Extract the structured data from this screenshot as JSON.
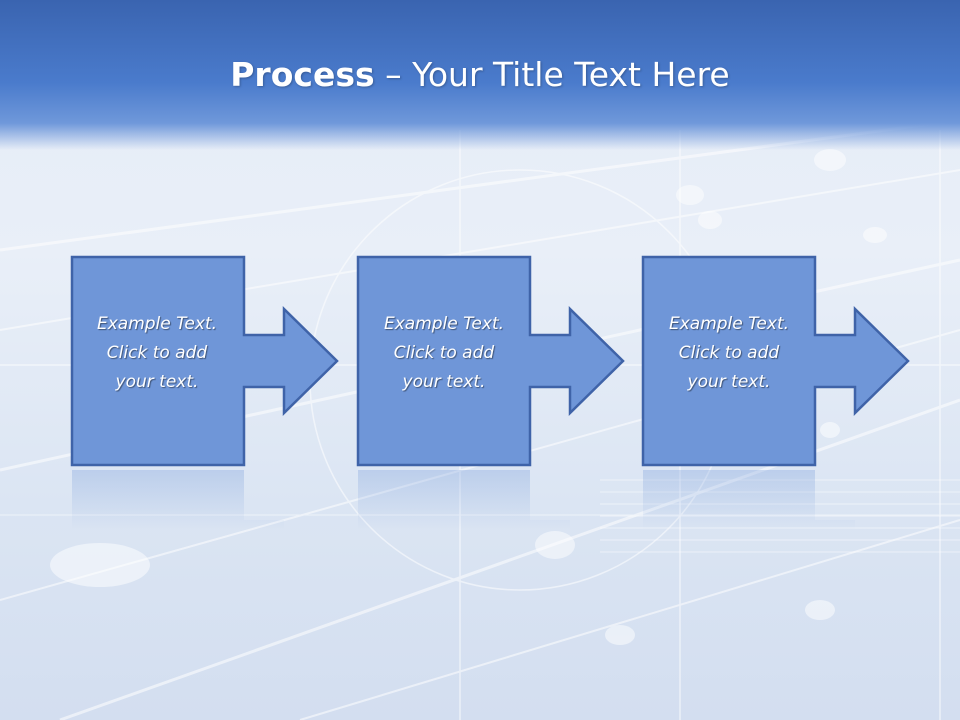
{
  "slide": {
    "title_strong": "Process",
    "title_rest": " – Your Title Text Here"
  },
  "steps": [
    {
      "lines": [
        "Example Text.",
        "Click  to add",
        "your text."
      ]
    },
    {
      "lines": [
        "Example Text.",
        "Click  to add",
        "your text."
      ]
    },
    {
      "lines": [
        "Example Text.",
        "Click  to add",
        "your text."
      ]
    }
  ],
  "colors": {
    "header": "#4a7bcc",
    "box_fill": "#6f96d8",
    "box_stroke": "#3f63a8",
    "text": "#ffffff"
  }
}
